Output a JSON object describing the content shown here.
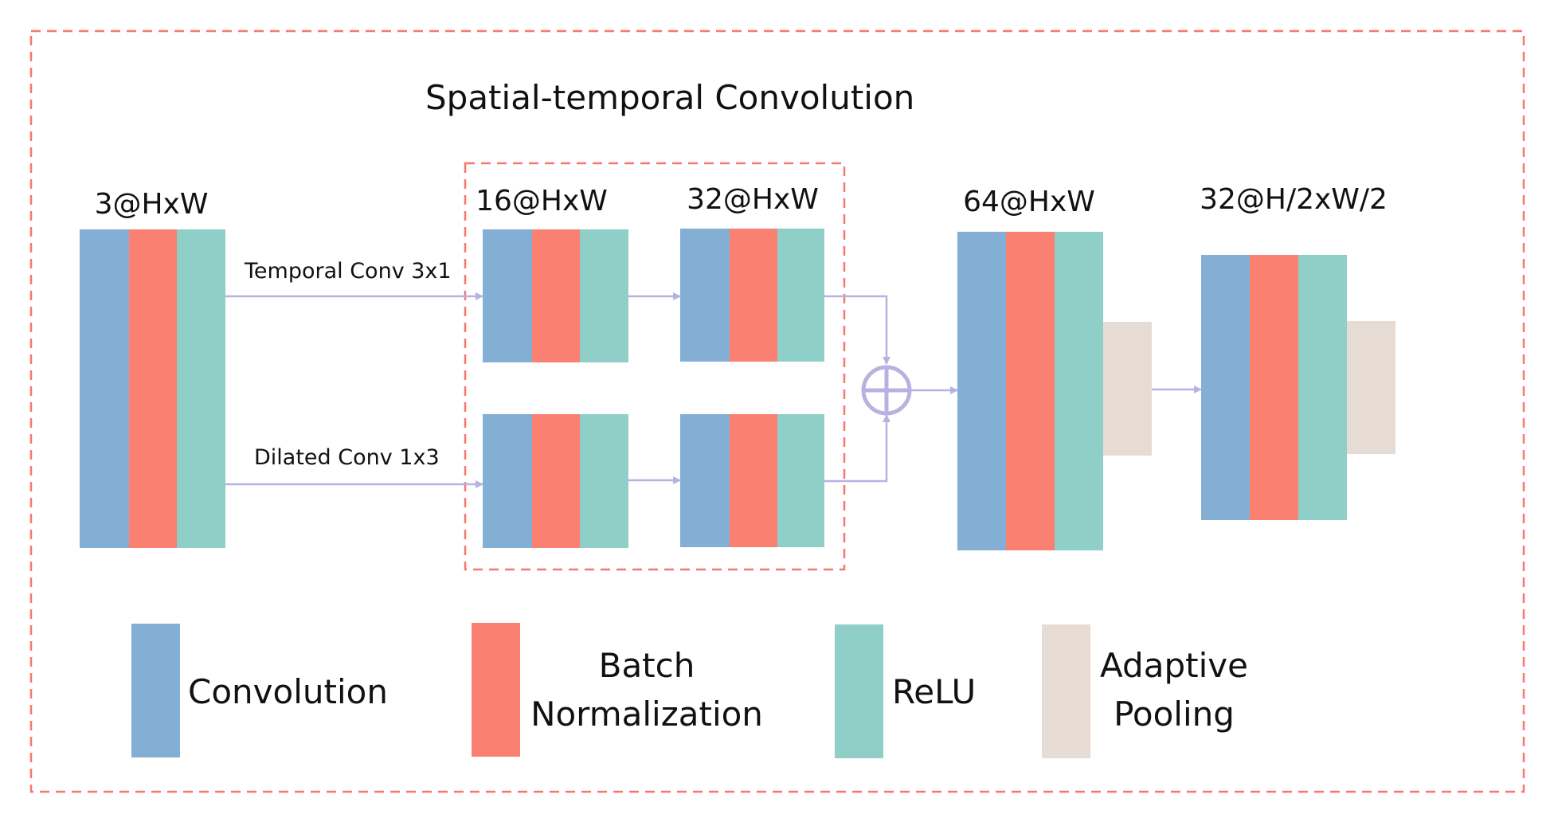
{
  "title": "Spatial-temporal Convolution",
  "colors": {
    "convolution": "#82AFD3",
    "batch_normalization": "#FA8072",
    "relu": "#8FCFC7",
    "adaptive_pooling": "#E7DCD3",
    "dashed_border": "#F4796B",
    "arrow": "#B7B2DF"
  },
  "blocks": {
    "input": "3@HxW",
    "branch_stage1": "16@HxW",
    "branch_stage2": "32@HxW",
    "merged": "64@HxW",
    "output": "32@H/2xW/2"
  },
  "edges": {
    "temporal": "Temporal Conv 3x1",
    "dilated": "Dilated Conv 1x3"
  },
  "legend": {
    "convolution": "Convolution",
    "batch_norm_line1": "Batch",
    "batch_norm_line2": "Normalization",
    "relu": "ReLU",
    "adaptive_line1": "Adaptive",
    "adaptive_line2": "Pooling"
  },
  "icons": {
    "merge": "circle-plus-icon"
  }
}
